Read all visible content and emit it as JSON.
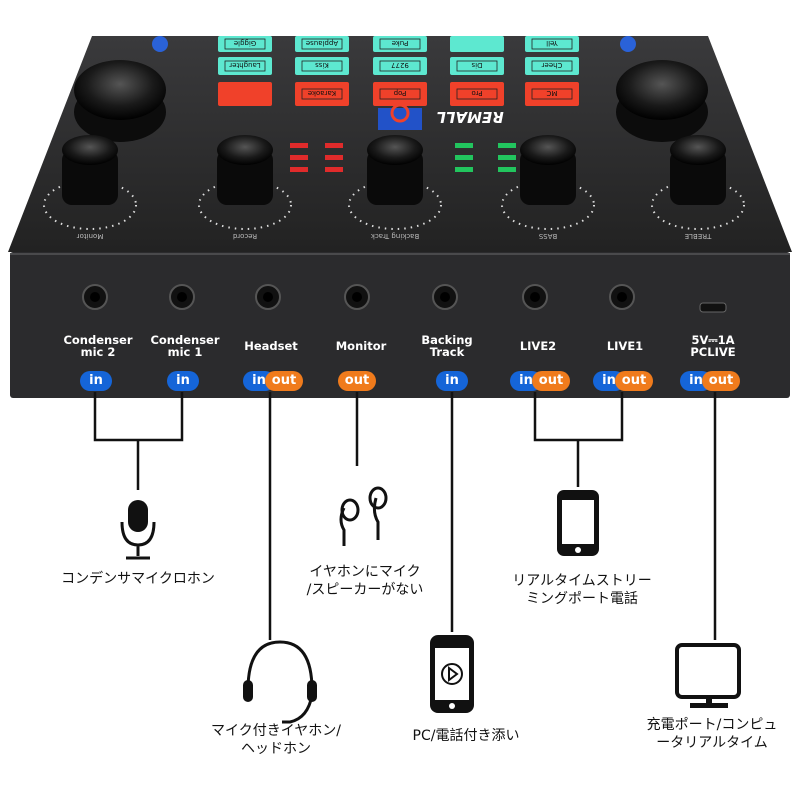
{
  "device": {
    "brand": "REMALL",
    "knob_labels": [
      "Monitor",
      "Record",
      "Backing Track",
      "BASS",
      "TREBLE"
    ],
    "button_labels": [
      "Giggle",
      "Kiss",
      "Puke",
      "9277",
      "Pop",
      "Pro",
      "Yell",
      "Cheer",
      "MC",
      "Karaoke",
      "Applause",
      "Laughter",
      "Dis"
    ]
  },
  "ports": [
    {
      "label": "Condenser mic 2",
      "tags": [
        "in"
      ]
    },
    {
      "label": "Condenser mic 1",
      "tags": [
        "in"
      ]
    },
    {
      "label": "Headset",
      "tags": [
        "in",
        "out"
      ]
    },
    {
      "label": "Monitor",
      "tags": [
        "out"
      ]
    },
    {
      "label": "Backing Track",
      "tags": [
        "in"
      ]
    },
    {
      "label": "LIVE2",
      "tags": [
        "in",
        "out"
      ]
    },
    {
      "label": "LIVE1",
      "tags": [
        "in",
        "out"
      ]
    },
    {
      "label": "5V⎓1A PCLIVE",
      "tags": [
        "in",
        "out"
      ]
    }
  ],
  "connections": {
    "microphone": {
      "icon": "microphone-icon",
      "caption": [
        "コンデンサマイクロホン"
      ]
    },
    "earphones": {
      "icon": "earphones-icon",
      "caption": [
        "イヤホンにマイク",
        "/スピーカーがない"
      ]
    },
    "headset": {
      "icon": "headset-icon",
      "caption": [
        "マイク付きイヤホン/",
        "ヘッドホン"
      ]
    },
    "phone_play": {
      "icon": "phone-play-icon",
      "caption": [
        "PC/電話付き添い"
      ]
    },
    "phone_live": {
      "icon": "smartphone-icon",
      "caption": [
        "リアルタイムストリー",
        "ミングポート電話"
      ]
    },
    "computer": {
      "icon": "monitor-icon",
      "caption": [
        "充電ポート/コンピュ",
        "ータリアルタイム"
      ]
    }
  },
  "colors": {
    "in": "#1565d8",
    "out": "#f07b1c",
    "body": "#2b2b2d",
    "button_cyan": "#5de8d0",
    "button_red": "#f0412a"
  }
}
